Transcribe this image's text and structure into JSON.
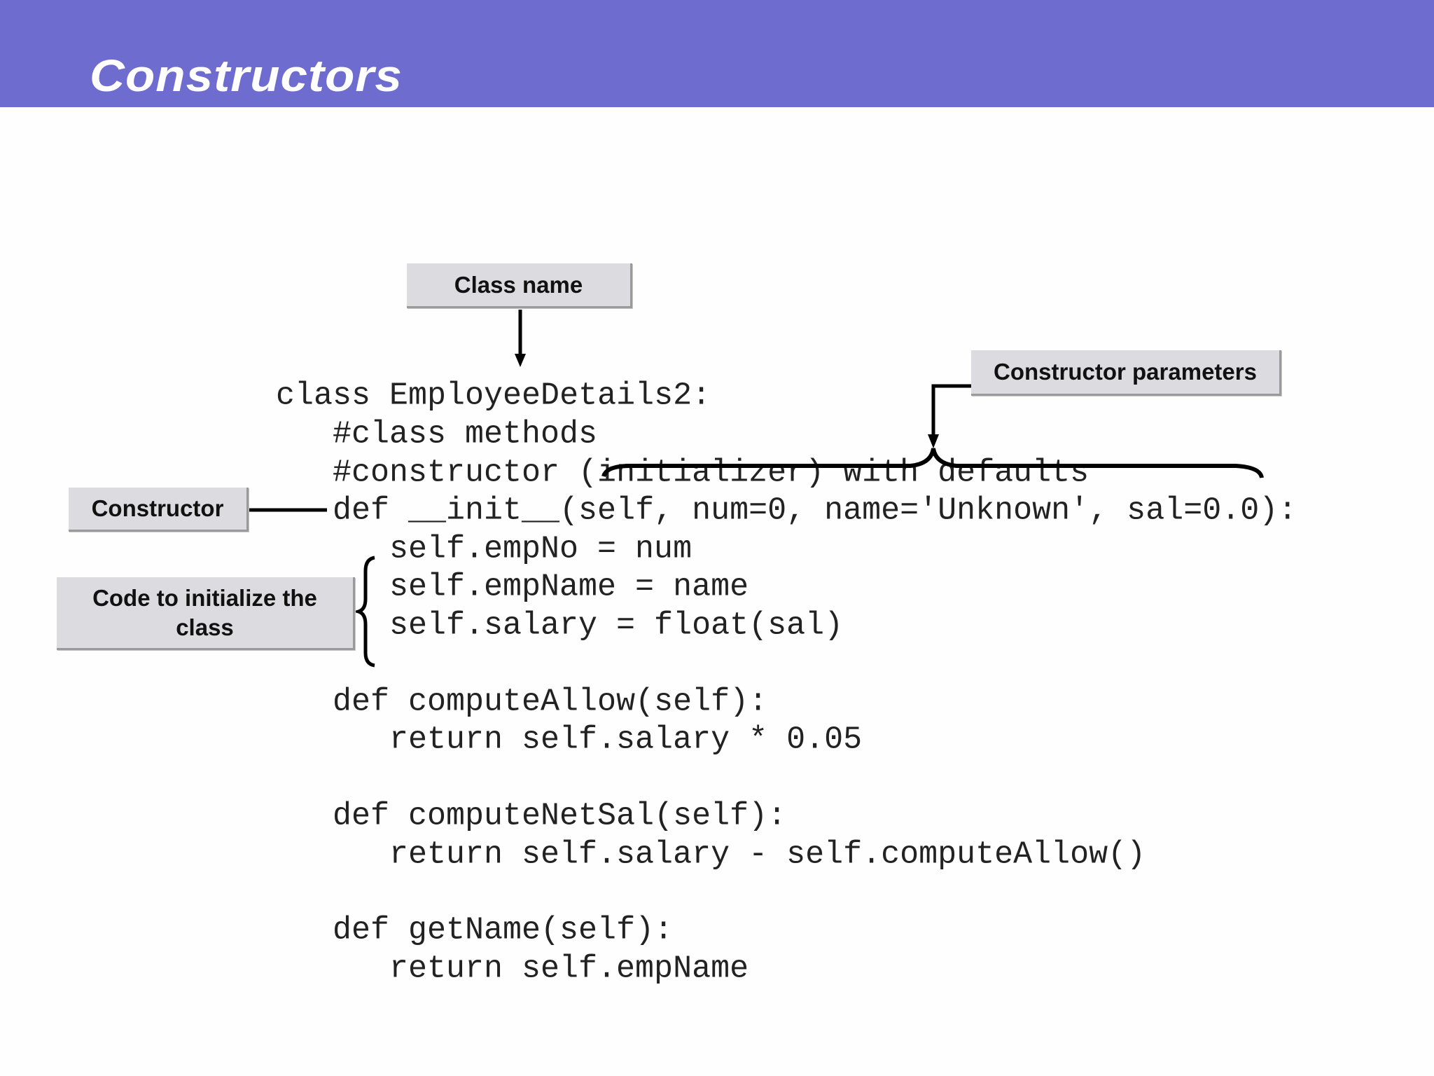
{
  "header": {
    "title": "Constructors",
    "background": "#6e6ccf"
  },
  "code": {
    "lines": [
      "class EmployeeDetails2:",
      "#class methods",
      "#constructor (initializer) with defaults",
      "def __init__(self, num=0, name='Unknown', sal=0.0):",
      "self.empNo = num",
      "self.empName = name",
      "self.salary = float(sal)",
      "def computeAllow(self):",
      "return self.salary * 0.05",
      "def computeNetSal(self):",
      "return self.salary - self.computeAllow()",
      "def getName(self):",
      "return self.empName"
    ]
  },
  "callouts": {
    "class_name": "Class name",
    "constructor_parameters": "Constructor parameters",
    "constructor": "Constructor",
    "init_code": "Code to initialize the class"
  }
}
